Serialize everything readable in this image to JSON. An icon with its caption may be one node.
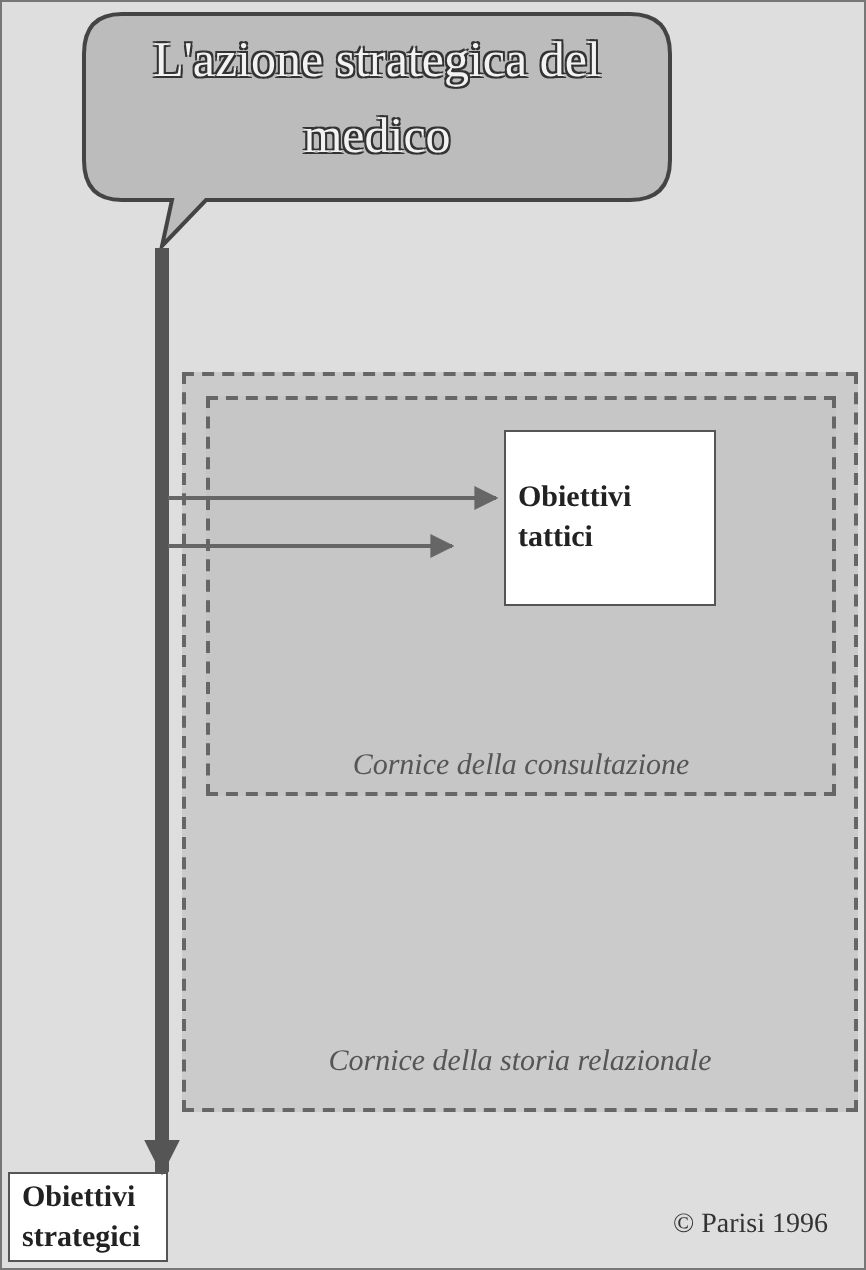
{
  "diagram": {
    "nodes": [
      {
        "text": [
          "L'azione strategica del medico"
        ]
      },
      {
        "text": [
          "Cornice della storia relazionale"
        ]
      },
      {
        "text": [
          "Cornice della consultazione"
        ],
        "in": 1
      },
      {
        "text": [
          "Obiettivi tattici"
        ],
        "in": 2
      },
      {
        "text": [
          "Obiettivi strategici"
        ]
      }
    ],
    "edges": [
      {
        "from": 0,
        "to": 4,
        "arrow": "to",
        "style": "thick"
      },
      {
        "from": null,
        "to": 3,
        "arrow": "to"
      },
      {
        "from": null,
        "to": 3,
        "arrow": "to"
      }
    ],
    "labels": [
      "© Parisi 1996"
    ]
  }
}
